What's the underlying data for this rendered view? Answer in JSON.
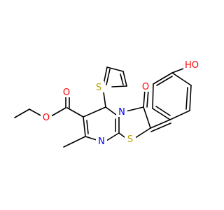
{
  "atoms": {
    "o_ester_carbonyl": {
      "label": "O",
      "color": "#ff0000"
    },
    "o_ester_ether": {
      "label": "O",
      "color": "#ff0000"
    },
    "o_ketone": {
      "label": "O",
      "color": "#ff0000"
    },
    "oh_group": {
      "label": "HO",
      "color": "#ff0000"
    },
    "s_thiophene": {
      "label": "S",
      "color": "#b8a000"
    },
    "s_thiazole": {
      "label": "S",
      "color": "#b8a000"
    },
    "n_ring": {
      "label": "N",
      "color": "#0000ff"
    },
    "n_imine": {
      "label": "N",
      "color": "#0000ff"
    }
  }
}
